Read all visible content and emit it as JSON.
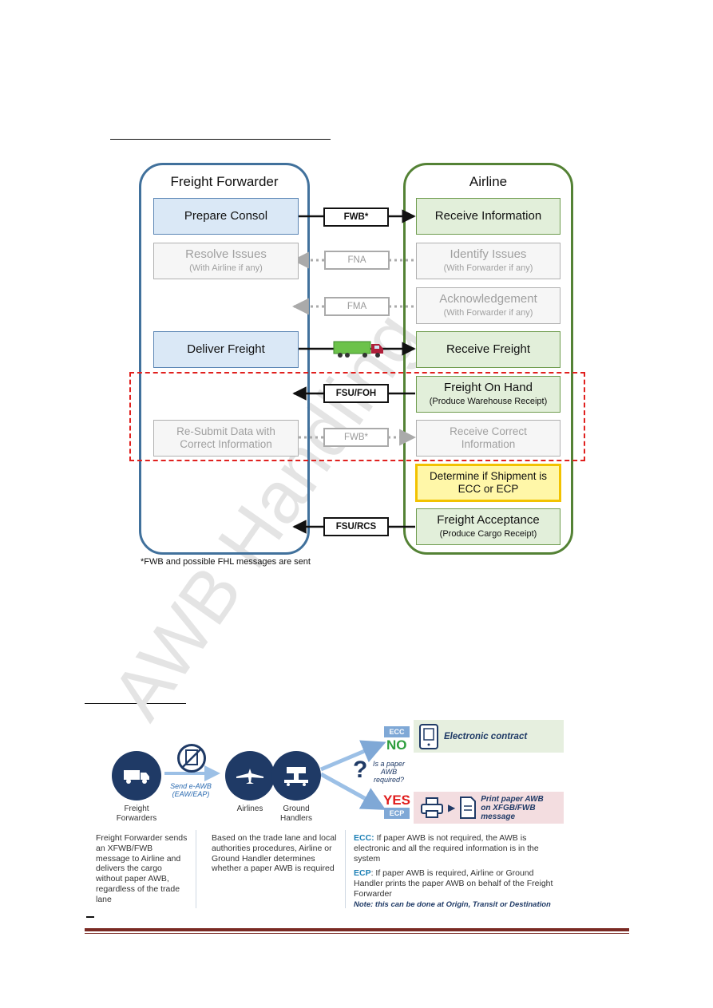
{
  "process": {
    "lanes": {
      "forwarder": "Freight Forwarder",
      "airline": "Airline"
    },
    "forwarder_steps": {
      "prepare_consol": "Prepare Consol",
      "resolve_issues": "Resolve Issues",
      "resolve_issues_sub": "(With Airline if any)",
      "deliver_freight": "Deliver Freight",
      "resubmit_line1": "Re-Submit Data with",
      "resubmit_line2": "Correct Information"
    },
    "airline_steps": {
      "receive_information": "Receive Information",
      "identify_issues": "Identify Issues",
      "identify_issues_sub": "(With Forwarder if any)",
      "acknowledgement": "Acknowledgement",
      "acknowledgement_sub": "(With Forwarder if any)",
      "receive_freight": "Receive Freight",
      "freight_on_hand": "Freight On Hand",
      "freight_on_hand_sub": "(Produce Warehouse Receipt)",
      "receive_correct_line1": "Receive Correct",
      "receive_correct_line2": "Information",
      "determine_line1": "Determine if Shipment is",
      "determine_line2": "ECC or ECP",
      "freight_acceptance": "Freight Acceptance",
      "freight_acceptance_sub": "(Produce Cargo Receipt)"
    },
    "messages": {
      "fwb": "FWB*",
      "fna": "FNA",
      "fma": "FMA",
      "fsu_foh": "FSU/FOH",
      "fwb_resubmit": "FWB*",
      "fsu_rcs": "FSU/RCS"
    },
    "footnote": "*FWB and possible FHL messages are sent",
    "watermark": "AWB Handling"
  },
  "flow": {
    "actors": {
      "freight_forwarders": "Freight Forwarders",
      "airlines": "Airlines",
      "ground_handlers": "Ground Handlers"
    },
    "send_label_1": "Send e-AWB",
    "send_label_2": "(EAW/EAP)",
    "question_1": "Is a paper",
    "question_2": "AWB",
    "question_3": "required?",
    "ecc_badge": "ECC",
    "ecp_badge": "ECP",
    "no_word": "NO",
    "yes_word": "YES",
    "electronic_contract": "Electronic contract",
    "print_line1": "Print paper AWB",
    "print_line2": "on XFGB/FWB",
    "print_line3": "message",
    "desc_forwarder": "Freight Forwarder sends an XFWB/FWB message to Airline and delivers the cargo without paper AWB, regardless of the trade lane",
    "desc_airline": "Based on the trade lane and local authorities procedures, Airline or Ground Handler determines whether a paper AWB is required",
    "ecc_label": "ECC:",
    "ecc_text": " If paper AWB is not required, the AWB is electronic and all the required information is in the system",
    "ecp_label": "ECP",
    "ecp_text": ": If paper AWB is required, Airline or Ground Handler prints the paper AWB on behalf of the Freight Forwarder",
    "note": "Note: this can be done at Origin, Transit or Destination"
  },
  "colors": {
    "forwarder_border": "#41719c",
    "airline_border": "#548235",
    "dashed_region": "#e0201e",
    "actor_circle": "#1f3a66",
    "no_green": "#2e9e3e",
    "yes_red": "#e01c1c"
  }
}
